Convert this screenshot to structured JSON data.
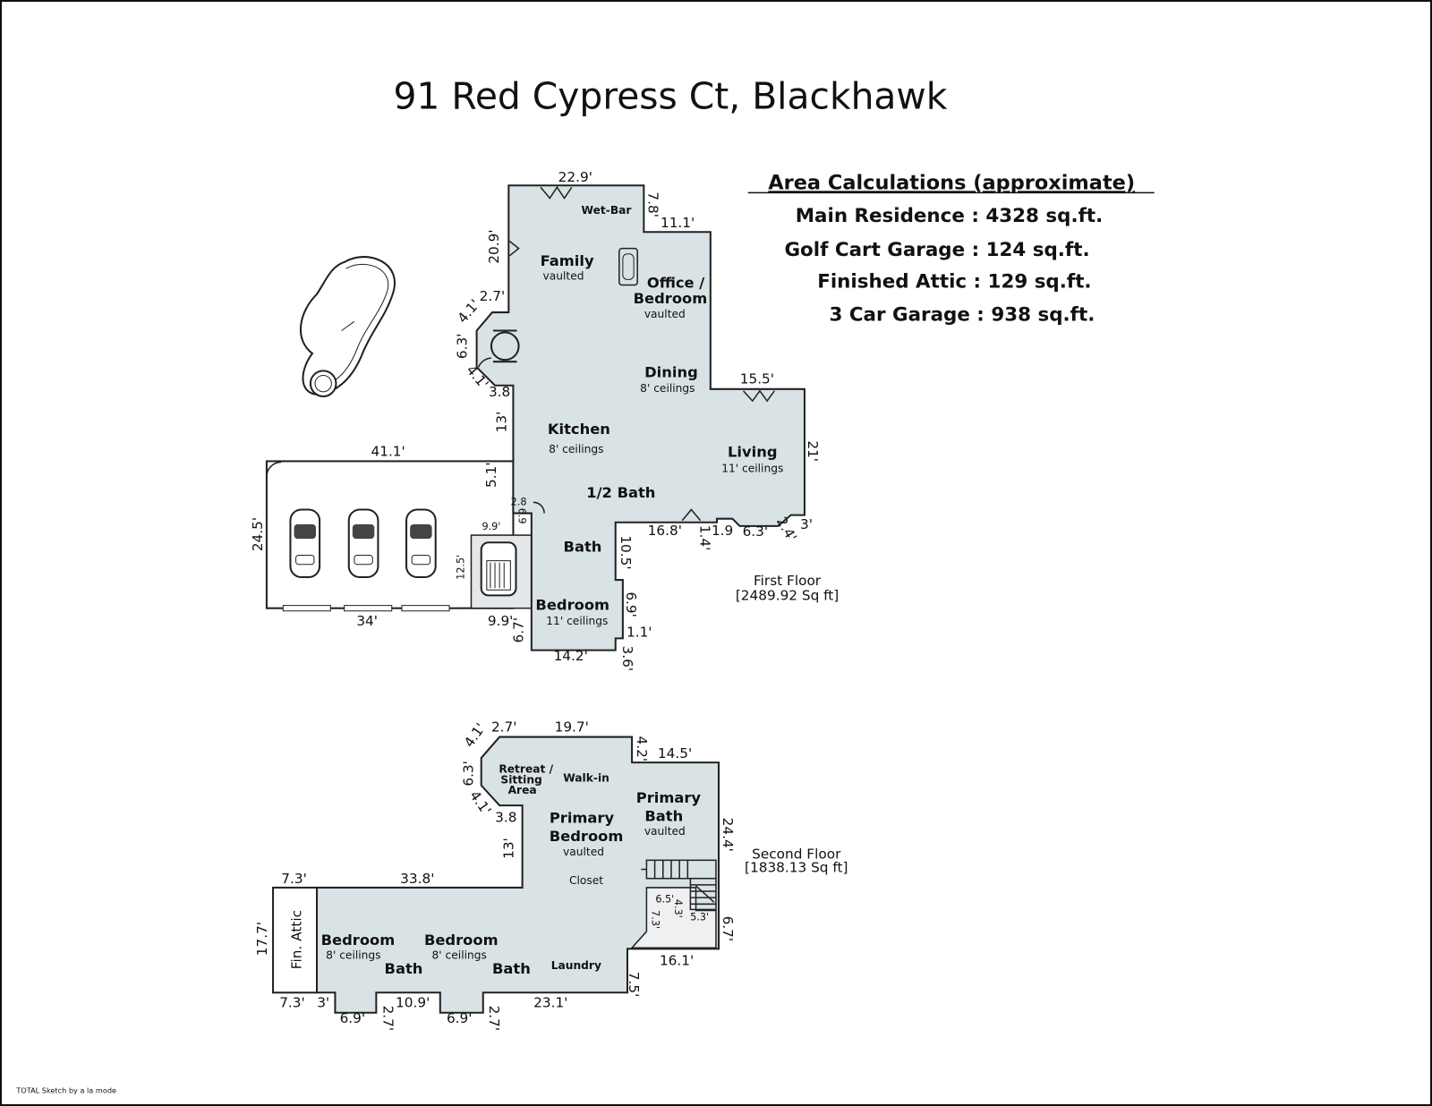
{
  "title": "91 Red Cypress Ct, Blackhawk",
  "area_calculations": {
    "heading": "Area Calculations (approximate)",
    "lines": [
      "Main Residence : 4328 sq.ft.",
      "Golf Cart Garage : 124 sq.ft.",
      "Finished Attic : 129 sq.ft.",
      "3 Car Garage : 938 sq.ft."
    ]
  },
  "first_floor": {
    "label": "First Floor",
    "area": "[2489.92 Sq ft]",
    "rooms": [
      "Wet-Bar",
      "Family",
      "vaulted",
      "Office /",
      "Bedroom",
      "vaulted",
      "Dining",
      "8' ceilings",
      "Kitchen",
      "8' ceilings",
      "Living",
      "11' ceilings",
      "1/2 Bath",
      "Bath",
      "Bedroom",
      "11' ceilings"
    ],
    "dimensions": [
      "22.9'",
      "7.8'",
      "11.1'",
      "20.9'",
      "2.7'",
      "4.1'",
      "6.3'",
      "4.1'",
      "3.8",
      "13'",
      "15.5'",
      "21'",
      "41.1'",
      "5.1'",
      "2.8",
      "6.9",
      "9.9'",
      "24.5'",
      "12.5'",
      "16.8'",
      "1.4'",
      "1.9",
      "6.3'",
      "2.4'",
      "3'",
      "10.5'",
      "6.9'",
      "1.1'",
      "3.6'",
      "34'",
      "9.9'",
      "6.7'",
      "14.2'"
    ]
  },
  "second_floor": {
    "label": "Second Floor",
    "area": "[1838.13 Sq ft]",
    "rooms": [
      "Retreat /",
      "Sitting",
      "Area",
      "Walk-in",
      "Primary",
      "Bedroom",
      "vaulted",
      "Primary",
      "Bath",
      "vaulted",
      "Closet",
      "Fin. Attic",
      "Bedroom",
      "8' ceilings",
      "Bedroom",
      "8' ceilings",
      "Bath",
      "Bath",
      "Laundry"
    ],
    "dimensions": [
      "2.7'",
      "19.7'",
      "4.1'",
      "4.2'",
      "14.5'",
      "6.3'",
      "4.1'",
      "3.8",
      "13'",
      "24.4'",
      "7.3'",
      "33.8'",
      "6.5'",
      "4.3'",
      "7.3'",
      "5.3'",
      "6.7'",
      "17.7'",
      "16.1'",
      "7.5'",
      "7.3'",
      "3'",
      "10.9'",
      "23.1'",
      "6.9'",
      "2.7'",
      "6.9'",
      "2.7'"
    ]
  },
  "footer": "TOTAL Sketch by a la mode",
  "colors": {
    "floor_fill": "#d9e3e6",
    "wall": "#222222"
  }
}
